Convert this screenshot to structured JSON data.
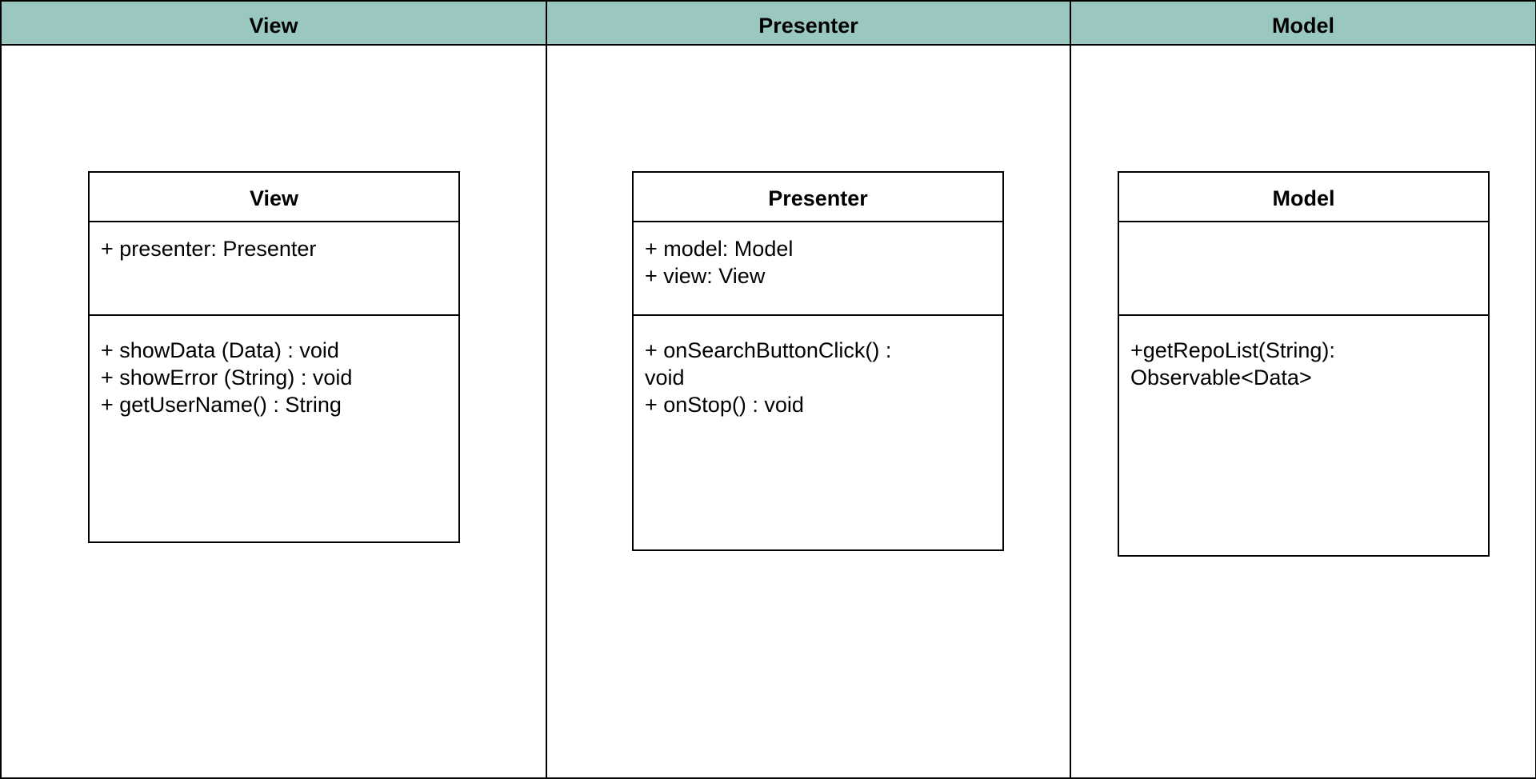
{
  "lanes": [
    {
      "header": "View"
    },
    {
      "header": "Presenter"
    },
    {
      "header": "Model"
    }
  ],
  "classes": {
    "view": {
      "name": "View",
      "attributes": [
        "+ presenter: Presenter"
      ],
      "methods": [
        "+ showData (Data) : void",
        "+ showError (String) : void",
        "+ getUserName() : String"
      ]
    },
    "presenter": {
      "name": "Presenter",
      "attributes": [
        "+ model: Model",
        "+ view: View"
      ],
      "methods": [
        "+ onSearchButtonClick() :",
        "void",
        "+ onStop() : void"
      ]
    },
    "model": {
      "name": "Model",
      "attributes": [],
      "methods": [
        "+getRepoList(String):",
        "Observable<Data>"
      ]
    }
  },
  "colors": {
    "header_fill": "#9ac8c1",
    "stroke": "#000000",
    "background": "#ffffff"
  }
}
